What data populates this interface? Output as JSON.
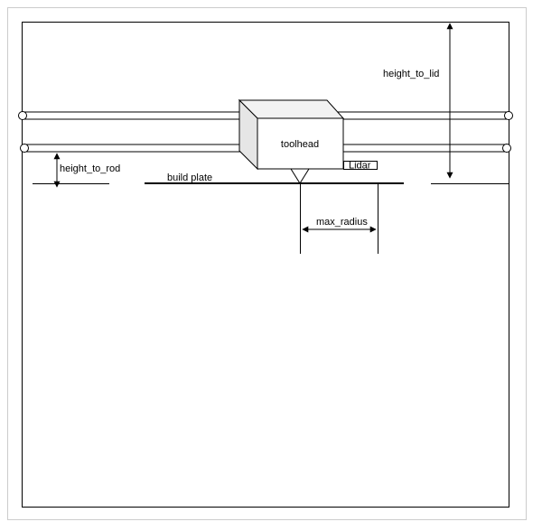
{
  "diagram": {
    "labels": {
      "height_to_lid": "height_to_lid",
      "toolhead": "toolhead",
      "lidar": "Lidar",
      "height_to_rod": "height_to_rod",
      "build_plate": "build plate",
      "max_radius": "max_radius"
    },
    "colors": {
      "stroke": "#000000",
      "outer_frame": "#cccccc",
      "box_front": "#ffffff",
      "box_top": "#f2f2f2",
      "box_side": "#e6e6e6"
    }
  }
}
